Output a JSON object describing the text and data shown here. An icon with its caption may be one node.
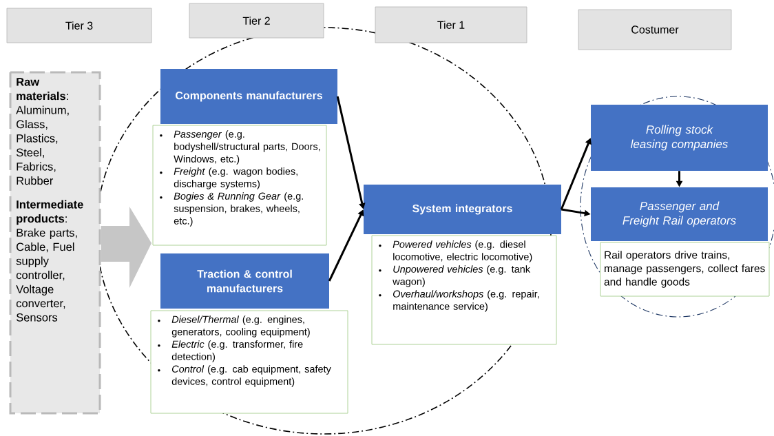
{
  "diagram": {
    "nodes": [
      {
        "text": [
          "Tier 3"
        ]
      },
      {
        "text": [
          "Tier 2"
        ]
      },
      {
        "text": [
          "Tier 1"
        ]
      },
      {
        "text": [
          "Costumer"
        ]
      },
      {
        "text": [
          "**Raw materials**: Aluminum, Glass, Plastics, Steel, Fabrics, Rubber",
          "**Intermediate products**: Brake parts, Cable, Fuel supply controller, Voltage converter, Sensors"
        ]
      },
      {
        "text": [
          "Components manufacturers"
        ]
      },
      {
        "text": [
          "*Passenger* (e.g. bodyshell/structural parts, Doors, Windows, etc.)",
          "*Freight* (e.g. wagon bodies, discharge systems)",
          "*Bogies & Running Gear* (e.g. suspension, brakes, wheels, etc.)"
        ]
      },
      {
        "text": [
          "Traction & control manufacturers"
        ]
      },
      {
        "text": [
          "*Diesel/Thermal* (e.g. engines, generators, cooling equipment)",
          "*Electric* (e.g. transformer, fire detection)",
          "*Control* (e.g. cab equipment, safety devices, control equipment)"
        ]
      },
      {
        "text": [
          "System integrators"
        ]
      },
      {
        "text": [
          "*Powered vehicles* (e.g. diesel locomotive, electric locomotive)",
          "*Unpowered vehicles* (e.g. tank wagon)",
          "*Overhaul/workshops* (e.g. repair, maintenance service)"
        ]
      },
      {
        "text": [
          "Rolling stock leasing companies"
        ]
      },
      {
        "text": [
          "Passenger and Freight Rail operators"
        ]
      },
      {
        "text": [
          "Rail operators drive trains, manage passengers, collect fares and handle goods"
        ]
      }
    ],
    "edges": [
      {
        "from": 5,
        "to": 9,
        "arrow": "to"
      },
      {
        "from": 7,
        "to": 9,
        "arrow": "to"
      },
      {
        "from": 9,
        "to": 11,
        "arrow": "to"
      },
      {
        "from": 9,
        "to": 12,
        "arrow": "to"
      },
      {
        "from": 11,
        "to": 12,
        "arrow": "to"
      }
    ]
  }
}
